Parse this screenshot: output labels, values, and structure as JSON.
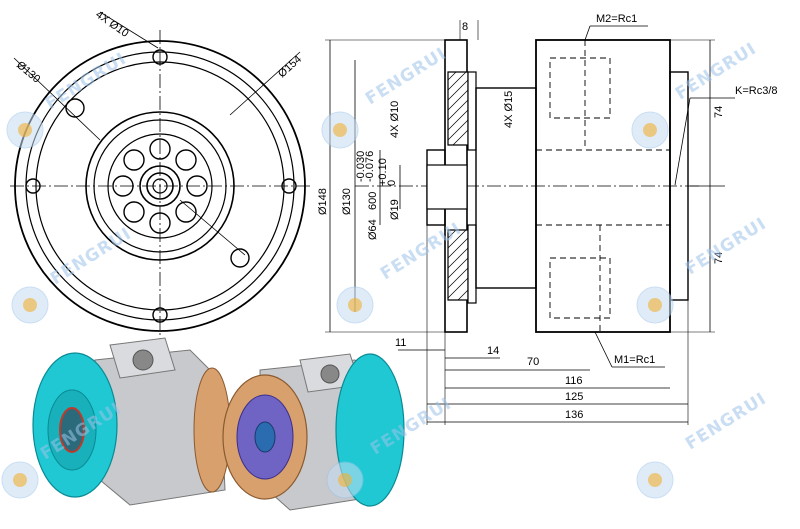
{
  "watermark": {
    "brand": "FENGRUI",
    "accent": "#9ec3ea",
    "logo_accent": "#f2b134"
  },
  "front_view": {
    "labels": {
      "bolt_holes": "4X Ø10",
      "outer_dia": "Ø130",
      "bolt_circle": "Ø154"
    }
  },
  "side_view": {
    "labels": {
      "top_width": "8",
      "m2_port": "M2=Rc1",
      "k_port": "K=Rc3/8",
      "holes_left": "4X Ø10",
      "holes_right": "4X Ø15",
      "tol_upper": "-0.030",
      "tol_lower": "-0.076",
      "bore_dia": "Ø64",
      "tol_bore_top": "+0.10",
      "tol_bore_bottom": "0",
      "shaft_dia": "Ø19",
      "dia_148": "Ø148",
      "dia_130": "Ø130",
      "dia_600": "600",
      "height_top": "74",
      "height_bottom": "74",
      "dim_11": "11",
      "dim_14": "14",
      "dim_70": "70",
      "m1_port": "M1=Rc1",
      "dim_116": "116",
      "dim_125": "125",
      "dim_136": "136"
    }
  },
  "colors": {
    "face_cyan": "#1fc8d2",
    "body_gray": "#c7c9cc",
    "flange_copper": "#d8a06c",
    "plate_violet": "#6f63c4"
  }
}
